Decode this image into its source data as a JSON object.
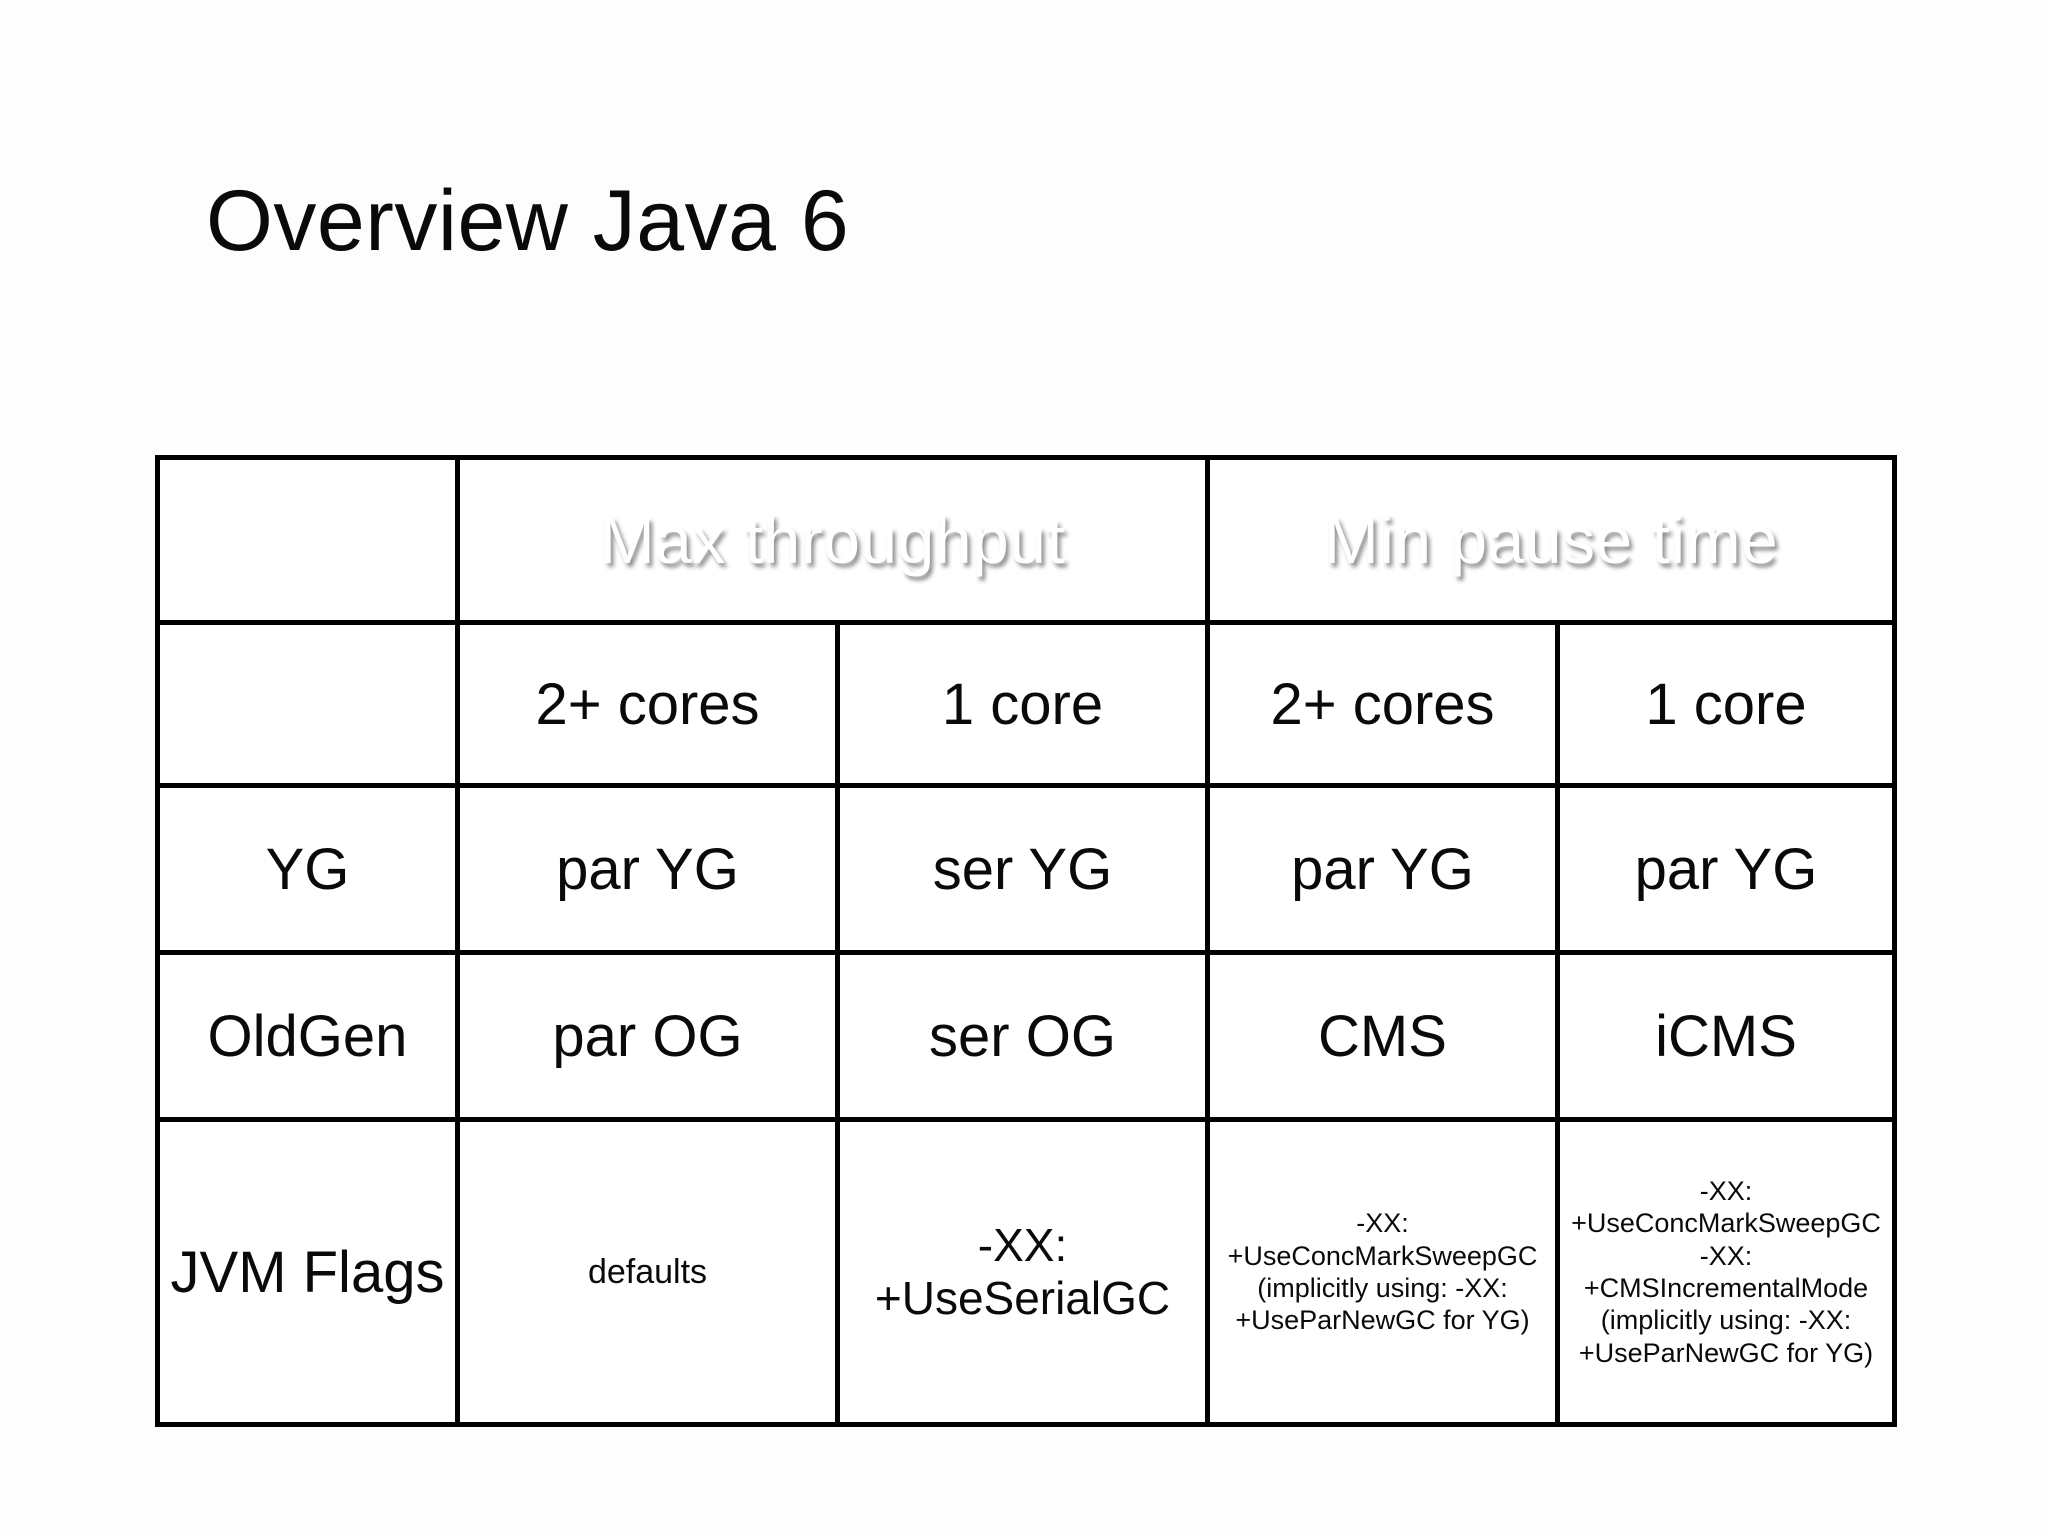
{
  "slide": {
    "title": "Overview Java 6",
    "background_color": "#fdfdfd",
    "header_band_color": "#6b7e99",
    "border_color": "#000000",
    "header_text_color": "#ffffff",
    "body_text_color": "#0a0a0a"
  },
  "table": {
    "group_headers": {
      "corner": "",
      "max_throughput": "Max throughput",
      "min_pause_time": "Min pause time"
    },
    "column_headers": {
      "corner": "",
      "mt_multi": "2+ cores",
      "mt_single": "1 core",
      "mp_multi": "2+ cores",
      "mp_single": "1 core"
    },
    "rows": [
      {
        "label": "YG",
        "mt_multi": "par YG",
        "mt_single": "ser YG",
        "mp_multi": "par YG",
        "mp_single": "par YG"
      },
      {
        "label": "OldGen",
        "mt_multi": "par OG",
        "mt_single": "ser OG",
        "mp_multi": "CMS",
        "mp_single": "iCMS"
      }
    ],
    "flags_row": {
      "label": "JVM Flags",
      "mt_multi": "defaults",
      "mt_single_lines": [
        "-XX:",
        "+UseSerialGC"
      ],
      "mp_multi_lines": [
        "-XX:",
        "+UseConcMarkSweepGC",
        "(implicitly using: -XX:",
        "+UseParNewGC for YG)"
      ],
      "mp_single_lines": [
        "-XX:",
        "+UseConcMarkSweepGC",
        "-XX:",
        "+CMSIncrementalMode",
        "(implicitly using: -XX:",
        "+UseParNewGC for YG)"
      ]
    }
  }
}
